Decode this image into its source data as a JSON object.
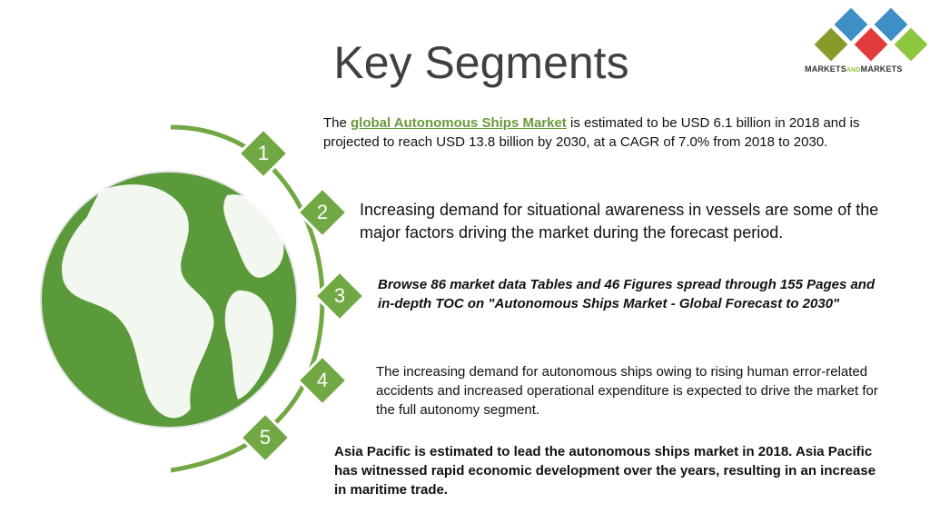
{
  "header": {
    "title": "Key Segments"
  },
  "logo": {
    "text_pre": "MARKETS",
    "text_and": "AND",
    "text_post": "MARKETS"
  },
  "steps": [
    {
      "number": "1"
    },
    {
      "number": "2"
    },
    {
      "number": "3"
    },
    {
      "number": "4"
    },
    {
      "number": "5"
    }
  ],
  "segments": {
    "s1": {
      "prefix": "The ",
      "link": "global Autonomous Ships Market",
      "suffix": " is estimated to be USD 6.1 billion in 2018 and is projected to reach USD 13.8 billion by 2030, at a CAGR of 7.0% from 2018 to 2030."
    },
    "s2": "Increasing demand for situational awareness in vessels are some of the major factors driving the market during the forecast period.",
    "s3": "Browse 86 market data Tables and 46 Figures spread through 155 Pages and in-depth TOC on \"Autonomous Ships Market - Global Forecast to 2030\"",
    "s4": "The increasing demand for autonomous ships owing to rising human error-related accidents and increased operational expenditure is expected to drive the market for the full autonomy segment.",
    "s5": "Asia Pacific is estimated to lead the autonomous ships market in 2018. Asia Pacific has witnessed rapid economic development over the years, resulting in an increase in maritime trade."
  },
  "colors": {
    "accent_green": "#72a843",
    "globe_green": "#5b9a3a",
    "link_green": "#6a9a3c",
    "title_gray": "#404040",
    "logo_blue": "#3d8fc6",
    "logo_red": "#e23b3b",
    "logo_olive": "#8a9a2a",
    "logo_lime": "#8dc63f"
  }
}
